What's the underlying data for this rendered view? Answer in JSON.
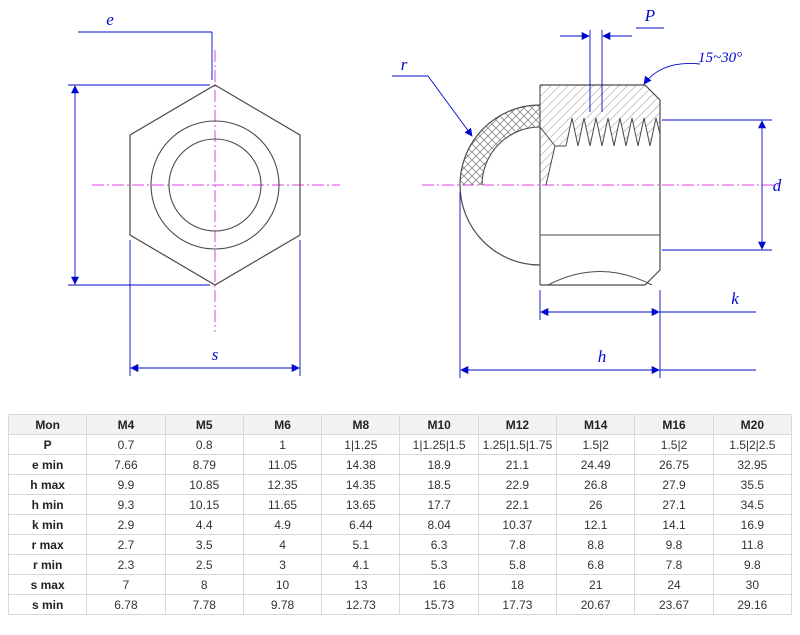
{
  "drawing": {
    "labels": {
      "e": "e",
      "s": "s",
      "p": "P",
      "r": "r",
      "d": "d",
      "k": "k",
      "h": "h",
      "angle": "15~30°"
    },
    "colors": {
      "dimension_blue": "#0008cc",
      "centerline_magenta": "#e040e0",
      "outline_gray": "#4a4a4a"
    }
  },
  "table": {
    "headers": [
      "Mon",
      "M4",
      "M5",
      "M6",
      "M8",
      "M10",
      "M12",
      "M14",
      "M16",
      "M20"
    ],
    "rows": [
      {
        "label": "P",
        "values": [
          "0.7",
          "0.8",
          "1",
          "1|1.25",
          "1|1.25|1.5",
          "1.25|1.5|1.75",
          "1.5|2",
          "1.5|2",
          "1.5|2|2.5"
        ]
      },
      {
        "label": "e min",
        "values": [
          "7.66",
          "8.79",
          "11.05",
          "14.38",
          "18.9",
          "21.1",
          "24.49",
          "26.75",
          "32.95"
        ]
      },
      {
        "label": "h max",
        "values": [
          "9.9",
          "10.85",
          "12.35",
          "14.35",
          "18.5",
          "22.9",
          "26.8",
          "27.9",
          "35.5"
        ]
      },
      {
        "label": "h min",
        "values": [
          "9.3",
          "10.15",
          "11.65",
          "13.65",
          "17.7",
          "22.1",
          "26",
          "27.1",
          "34.5"
        ]
      },
      {
        "label": "k min",
        "values": [
          "2.9",
          "4.4",
          "4.9",
          "6.44",
          "8.04",
          "10.37",
          "12.1",
          "14.1",
          "16.9"
        ]
      },
      {
        "label": "r max",
        "values": [
          "2.7",
          "3.5",
          "4",
          "5.1",
          "6.3",
          "7.8",
          "8.8",
          "9.8",
          "11.8"
        ]
      },
      {
        "label": "r min",
        "values": [
          "2.3",
          "2.5",
          "3",
          "4.1",
          "5.3",
          "5.8",
          "6.8",
          "7.8",
          "9.8"
        ]
      },
      {
        "label": "s max",
        "values": [
          "7",
          "8",
          "10",
          "13",
          "16",
          "18",
          "21",
          "24",
          "30"
        ]
      },
      {
        "label": "s min",
        "values": [
          "6.78",
          "7.78",
          "9.78",
          "12.73",
          "15.73",
          "17.73",
          "20.67",
          "23.67",
          "29.16"
        ]
      }
    ]
  }
}
